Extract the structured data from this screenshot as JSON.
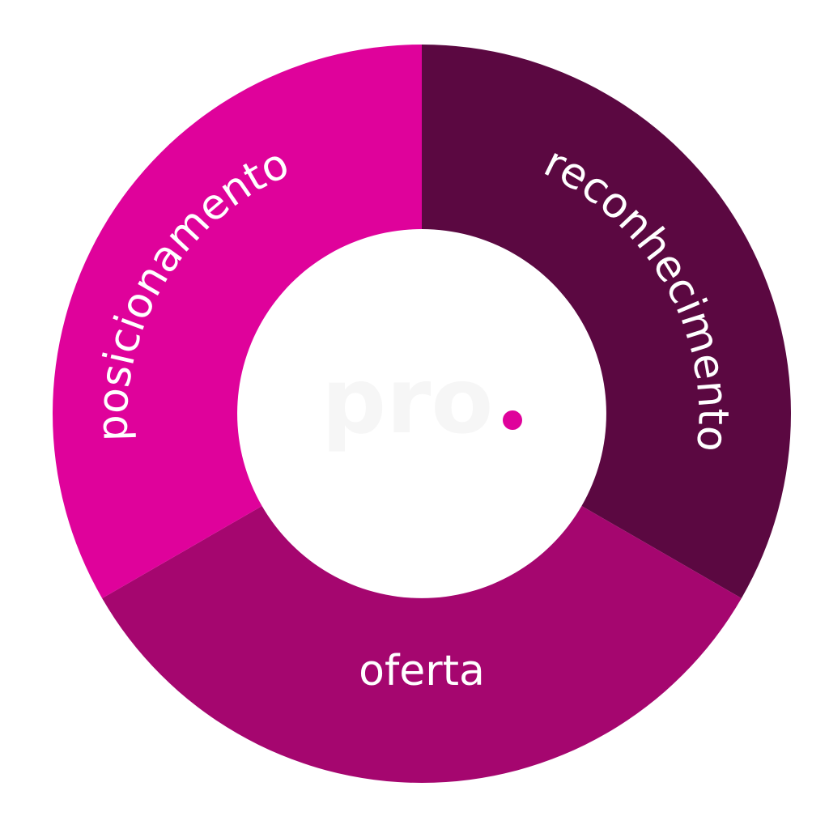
{
  "segments": [
    {
      "label": "reconhecimento",
      "color": "#5b0841"
    },
    {
      "label": "oferta",
      "color": "#a5066f"
    },
    {
      "label": "posicionamento",
      "color": "#df029b"
    }
  ],
  "center": {
    "logo_text": "pro",
    "dot_color": "#df029b"
  },
  "background": "#ffffff"
}
